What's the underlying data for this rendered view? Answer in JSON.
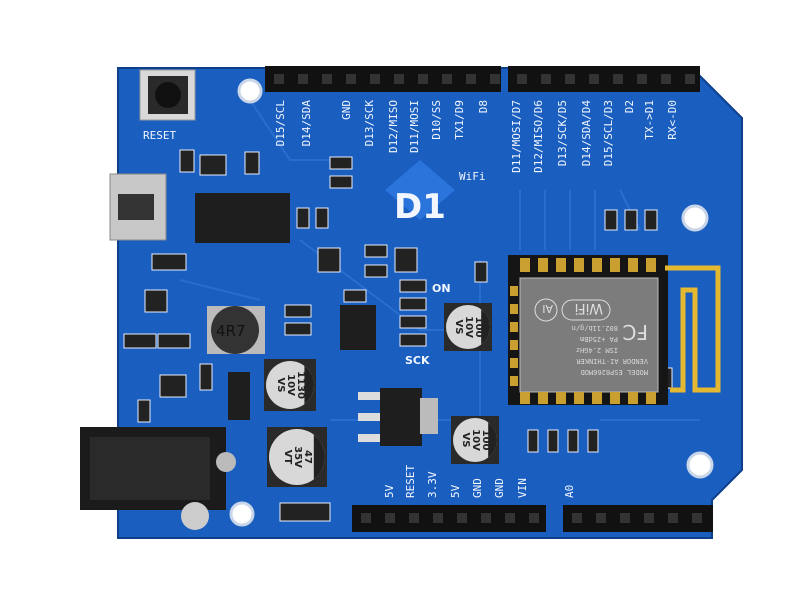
{
  "board": {
    "logo": "D1",
    "wifi_label": "WiFi",
    "reset_label": "RESET",
    "on_label": "ON",
    "sck_label": "SCK",
    "inductor_label": "4R7",
    "colors": {
      "pcb": "#1a5fc0",
      "header": "#111111",
      "background": "#ffffff"
    }
  },
  "top_pins": [
    "D15/SCL",
    "D14/SDA",
    "GND",
    "D13/SCK",
    "D12/MISO",
    "D11/MOSI",
    "D10/SS",
    "TX1/D9",
    "D8",
    "D11/MOSI/D7",
    "D12/MISO/D6",
    "D13/SCK/D5",
    "D14/SDA/D4",
    "D15/SCL/D3",
    "D2",
    "TX->D1",
    "RX<-D0"
  ],
  "bottom_pins": [
    "5V",
    "RESET",
    "3.3V",
    "5V",
    "GND",
    "GND",
    "VIN",
    "A0"
  ],
  "capacitors": [
    {
      "line1": "100",
      "line2": "10V",
      "line3": "VS"
    },
    {
      "line1": "1130",
      "line2": "10V",
      "line3": "VS"
    },
    {
      "line1": "47",
      "line2": "35V",
      "line3": "VT"
    },
    {
      "line1": "100",
      "line2": "10V",
      "line3": "VS"
    }
  ],
  "module": {
    "lines": [
      "MODEL  ESP8266MOD",
      "VENDOR AI-THINKER",
      "ISM 2.4GHz",
      "PA +25dBm",
      "802.11b/g/n"
    ],
    "fcc": "FC",
    "wifi": "WiFi",
    "ai": "AI"
  }
}
